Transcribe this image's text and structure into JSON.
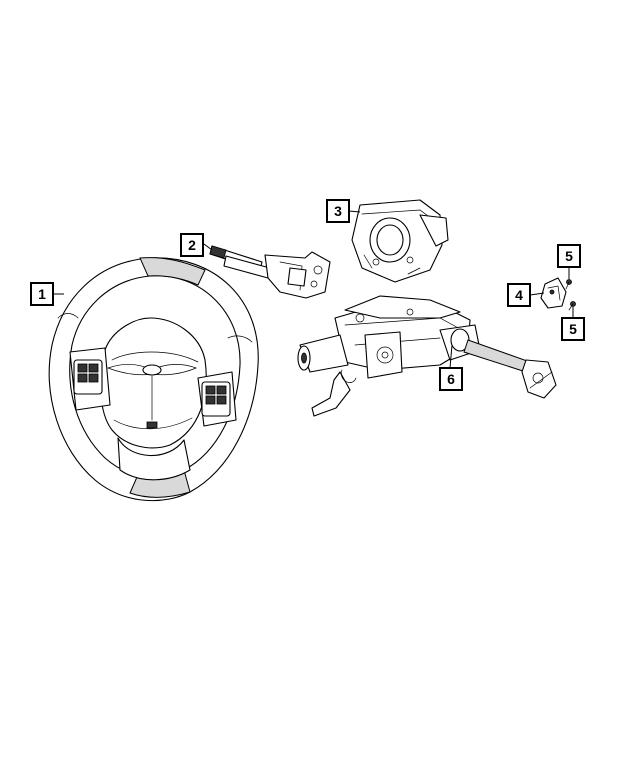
{
  "callouts": [
    {
      "id": "1",
      "label": "1"
    },
    {
      "id": "2",
      "label": "2"
    },
    {
      "id": "3",
      "label": "3"
    },
    {
      "id": "4",
      "label": "4"
    },
    {
      "id": "5a",
      "label": "5"
    },
    {
      "id": "5b",
      "label": "5"
    },
    {
      "id": "6",
      "label": "6"
    }
  ]
}
